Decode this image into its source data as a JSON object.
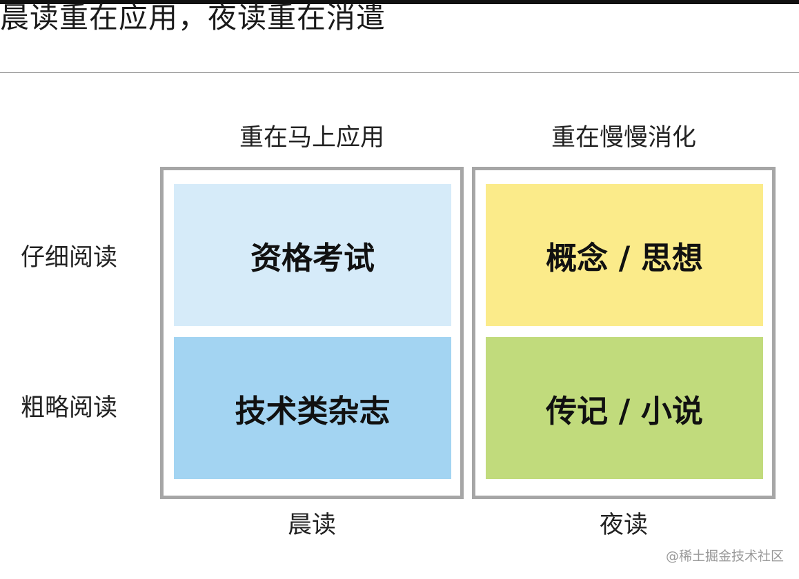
{
  "title": "晨读重在应用，夜读重在消遣",
  "columns": {
    "left_header": "重在马上应用",
    "right_header": "重在慢慢消化",
    "left_footer": "晨读",
    "right_footer": "夜读"
  },
  "rows": {
    "top_label": "仔细阅读",
    "bottom_label": "粗略阅读"
  },
  "cells": {
    "top_left": {
      "label": "资格考试",
      "color": "#d6ebf9"
    },
    "bottom_left": {
      "label": "技术类杂志",
      "color": "#a3d4f2"
    },
    "top_right": {
      "label": "概念 / 思想",
      "color": "#fbeb8a"
    },
    "bottom_right": {
      "label": "传记 / 小说",
      "color": "#c1db7c"
    }
  },
  "frame_color": "#a6a6a6",
  "watermark": "@稀土掘金技术社区"
}
